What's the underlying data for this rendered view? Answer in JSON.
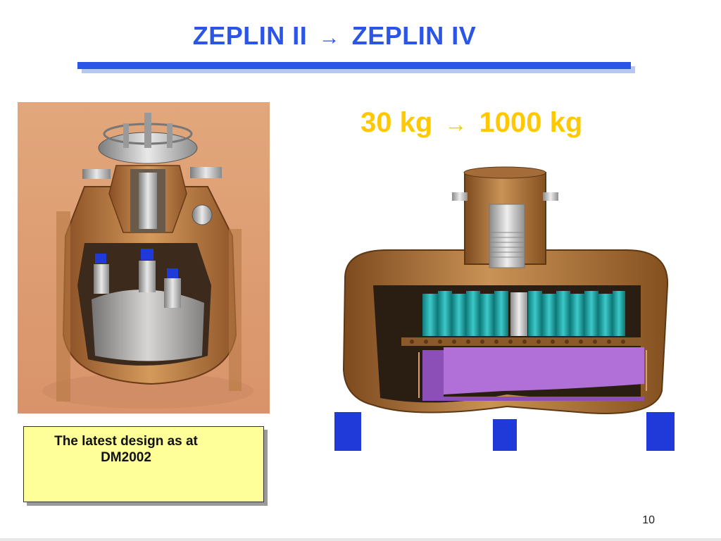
{
  "slide": {
    "title_part1": "ZEPLIN II",
    "title_arrow": "→",
    "title_part2": "ZEPLIN IV",
    "subtitle_part1": "30 kg",
    "subtitle_arrow": "→",
    "subtitle_part2": "1000 kg",
    "note_text": "The latest design as at DM2002",
    "page_number": "10"
  },
  "colors": {
    "title": "#2b55e6",
    "subtitle": "#ffc800",
    "note_fill": "#ffff99",
    "copper": "#b87a3e",
    "pmt_cyan": "#1fa8a8",
    "vessel_purple": "#b070d8",
    "support_blue": "#1f3ad8"
  }
}
